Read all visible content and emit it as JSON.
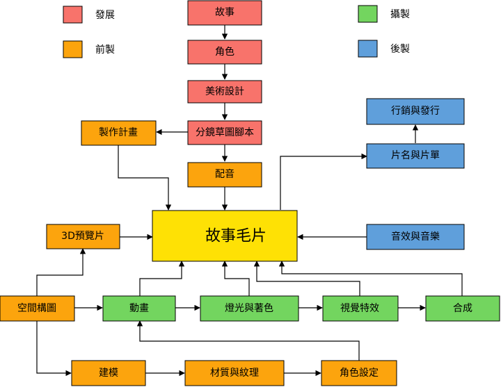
{
  "colors": {
    "development": "#f8736b",
    "preproduction": "#fca40d",
    "filming": "#73d55f",
    "postproduction": "#5f9fdb",
    "center": "#fee105",
    "line": "#000000"
  },
  "legend": [
    {
      "id": "development",
      "label": "發展"
    },
    {
      "id": "preproduction",
      "label": "前製"
    },
    {
      "id": "filming",
      "label": "攝製"
    },
    {
      "id": "postproduction",
      "label": "後製"
    }
  ],
  "nodes": {
    "story": "故事",
    "character": "角色",
    "art_design": "美術設計",
    "storyboard_script": "分鏡草圖腳本",
    "production_plan": "製作計畫",
    "voice": "配音",
    "animatic": "故事毛片",
    "preview_3d": "3D預覽片",
    "layout": "空間構圖",
    "animation": "動畫",
    "lighting": "燈光與著色",
    "vfx": "視覺特效",
    "compositing": "合成",
    "modeling": "建模",
    "materials": "材質與紋理",
    "character_setup": "角色設定",
    "credits": "片名與片單",
    "distribution": "行銷與發行",
    "sound": "音效與音樂"
  }
}
